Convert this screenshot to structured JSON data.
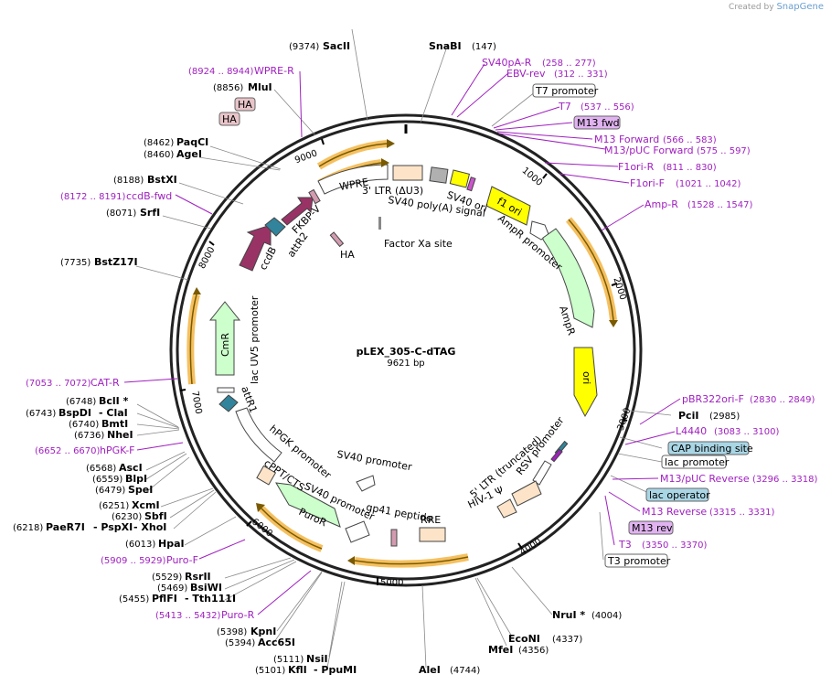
{
  "credit": {
    "prefix": "Created by",
    "brand": "SnapGene"
  },
  "plasmid": {
    "name": "pLEX_305-C-dTAG",
    "size": "9621 bp"
  },
  "ticks": [
    "1000",
    "2000",
    "3000",
    "4000",
    "5000",
    "6000",
    "7000",
    "8000",
    "9000"
  ],
  "sites": [
    {
      "name": "SacII",
      "pos": "(9374)"
    },
    {
      "name": "SnaBI",
      "pos": "(147)"
    },
    {
      "name": "MluI",
      "pos": "(8856)"
    },
    {
      "name": "PaqCI",
      "pos": "(8462)"
    },
    {
      "name": "AgeI",
      "pos": "(8460)"
    },
    {
      "name": "BstXI",
      "pos": "(8188)"
    },
    {
      "name": "SrfI",
      "pos": "(8071)"
    },
    {
      "name": "BstZ17I",
      "pos": "(7735)"
    },
    {
      "name": "BclI *",
      "pos": "(6748)"
    },
    {
      "name": "BspDI",
      "pos": "(6743)"
    },
    {
      "name": "- ClaI",
      "pos": ""
    },
    {
      "name": "BmtI",
      "pos": "(6740)"
    },
    {
      "name": "NheI",
      "pos": "(6736)"
    },
    {
      "name": "AscI",
      "pos": "(6568)"
    },
    {
      "name": "BlpI",
      "pos": "(6559)"
    },
    {
      "name": "SpeI",
      "pos": "(6479)"
    },
    {
      "name": "XcmI",
      "pos": "(6251)"
    },
    {
      "name": "SbfI",
      "pos": "(6230)"
    },
    {
      "name": "PaeR7I",
      "pos": "(6218)"
    },
    {
      "name": "- PspXI",
      "pos": ""
    },
    {
      "name": "- XhoI",
      "pos": ""
    },
    {
      "name": "HpaI",
      "pos": "(6013)"
    },
    {
      "name": "RsrII",
      "pos": "(5529)"
    },
    {
      "name": "BsiWI",
      "pos": "(5469)"
    },
    {
      "name": "PflFI",
      "pos": "(5455)"
    },
    {
      "name": "- Tth111I",
      "pos": ""
    },
    {
      "name": "KpnI",
      "pos": "(5398)"
    },
    {
      "name": "Acc65I",
      "pos": "(5394)"
    },
    {
      "name": "NsiI",
      "pos": "(5111)"
    },
    {
      "name": "KflI",
      "pos": "(5101)"
    },
    {
      "name": "- PpuMI",
      "pos": ""
    },
    {
      "name": "AleI",
      "pos": "(4744)"
    },
    {
      "name": "EcoNI",
      "pos": "(4337)"
    },
    {
      "name": "MfeI",
      "pos": "(4356)"
    },
    {
      "name": "NruI *",
      "pos": "(4004)"
    },
    {
      "name": "PciI",
      "pos": "(2985)"
    }
  ],
  "primers": [
    {
      "name": "WPRE-R",
      "pos": "(8924 .. 8944)"
    },
    {
      "name": "SV40pA-R",
      "pos": "(258 .. 277)"
    },
    {
      "name": "EBV-rev",
      "pos": "(312 .. 331)"
    },
    {
      "name": "T7",
      "pos": "(537 .. 556)"
    },
    {
      "name": "M13 Forward",
      "pos": "(566 .. 583)"
    },
    {
      "name": "M13/pUC Forward",
      "pos": "(575 .. 597)"
    },
    {
      "name": "F1ori-R",
      "pos": "(811 .. 830)"
    },
    {
      "name": "F1ori-F",
      "pos": "(1021 .. 1042)"
    },
    {
      "name": "Amp-R",
      "pos": "(1528 .. 1547)"
    },
    {
      "name": "ccdB-fwd",
      "pos": "(8172 .. 8191)"
    },
    {
      "name": "CAT-R",
      "pos": "(7053 .. 7072)"
    },
    {
      "name": "hPGK-F",
      "pos": "(6652 .. 6670)"
    },
    {
      "name": "Puro-F",
      "pos": "(5909 .. 5929)"
    },
    {
      "name": "Puro-R",
      "pos": "(5413 .. 5432)"
    },
    {
      "name": "pBR322ori-F",
      "pos": "(2830 .. 2849)"
    },
    {
      "name": "L4440",
      "pos": "(3083 .. 3100)"
    },
    {
      "name": "M13/pUC Reverse",
      "pos": "(3296 .. 3318)"
    },
    {
      "name": "M13 Reverse",
      "pos": "(3315 .. 3331)"
    },
    {
      "name": "T3",
      "pos": "(3350 .. 3370)"
    }
  ],
  "boxes": [
    {
      "name": "T7 promoter",
      "fill": "#ffffff"
    },
    {
      "name": "M13 fwd",
      "fill": "#e0b3f0"
    },
    {
      "name": "HA",
      "fill": "#e8c4c8"
    },
    {
      "name": "HA",
      "fill": "#e8c4c8"
    },
    {
      "name": "CAP binding site",
      "fill": "#a9d6e5"
    },
    {
      "name": "lac promoter",
      "fill": "#ffffff"
    },
    {
      "name": "lac operator",
      "fill": "#a9d6e5"
    },
    {
      "name": "M13 rev",
      "fill": "#e0b3f0"
    },
    {
      "name": "T3 promoter",
      "fill": "#ffffff"
    }
  ],
  "features": [
    "WPRE",
    "3' LTR (ΔU3)",
    "SV40 poly(A) signal",
    "SV40 ori",
    "f1 ori",
    "AmpR promoter",
    "AmpR",
    "ori",
    "RSV promoter",
    "5' LTR (truncated)",
    "HIV-1 Ψ",
    "RRE",
    "gp41 peptide",
    "SV40 promoter",
    "SV40 promoter",
    "PuroR",
    "cPPT/CTS",
    "hPGK promoter",
    "attR1",
    "lac UV5 promoter",
    "CmR",
    "ccdB",
    "attR2",
    "FKBP-V",
    "HA",
    "Factor Xa site"
  ],
  "colors": {
    "primer": "#a020c0",
    "ori": "#ffff00",
    "resistance": "#ccffcc",
    "ccdb": "#993366",
    "fkbp": "#993366",
    "attr": "#31849b",
    "ltr": "#fde4c8",
    "orf_highlight": "#f5c060"
  }
}
